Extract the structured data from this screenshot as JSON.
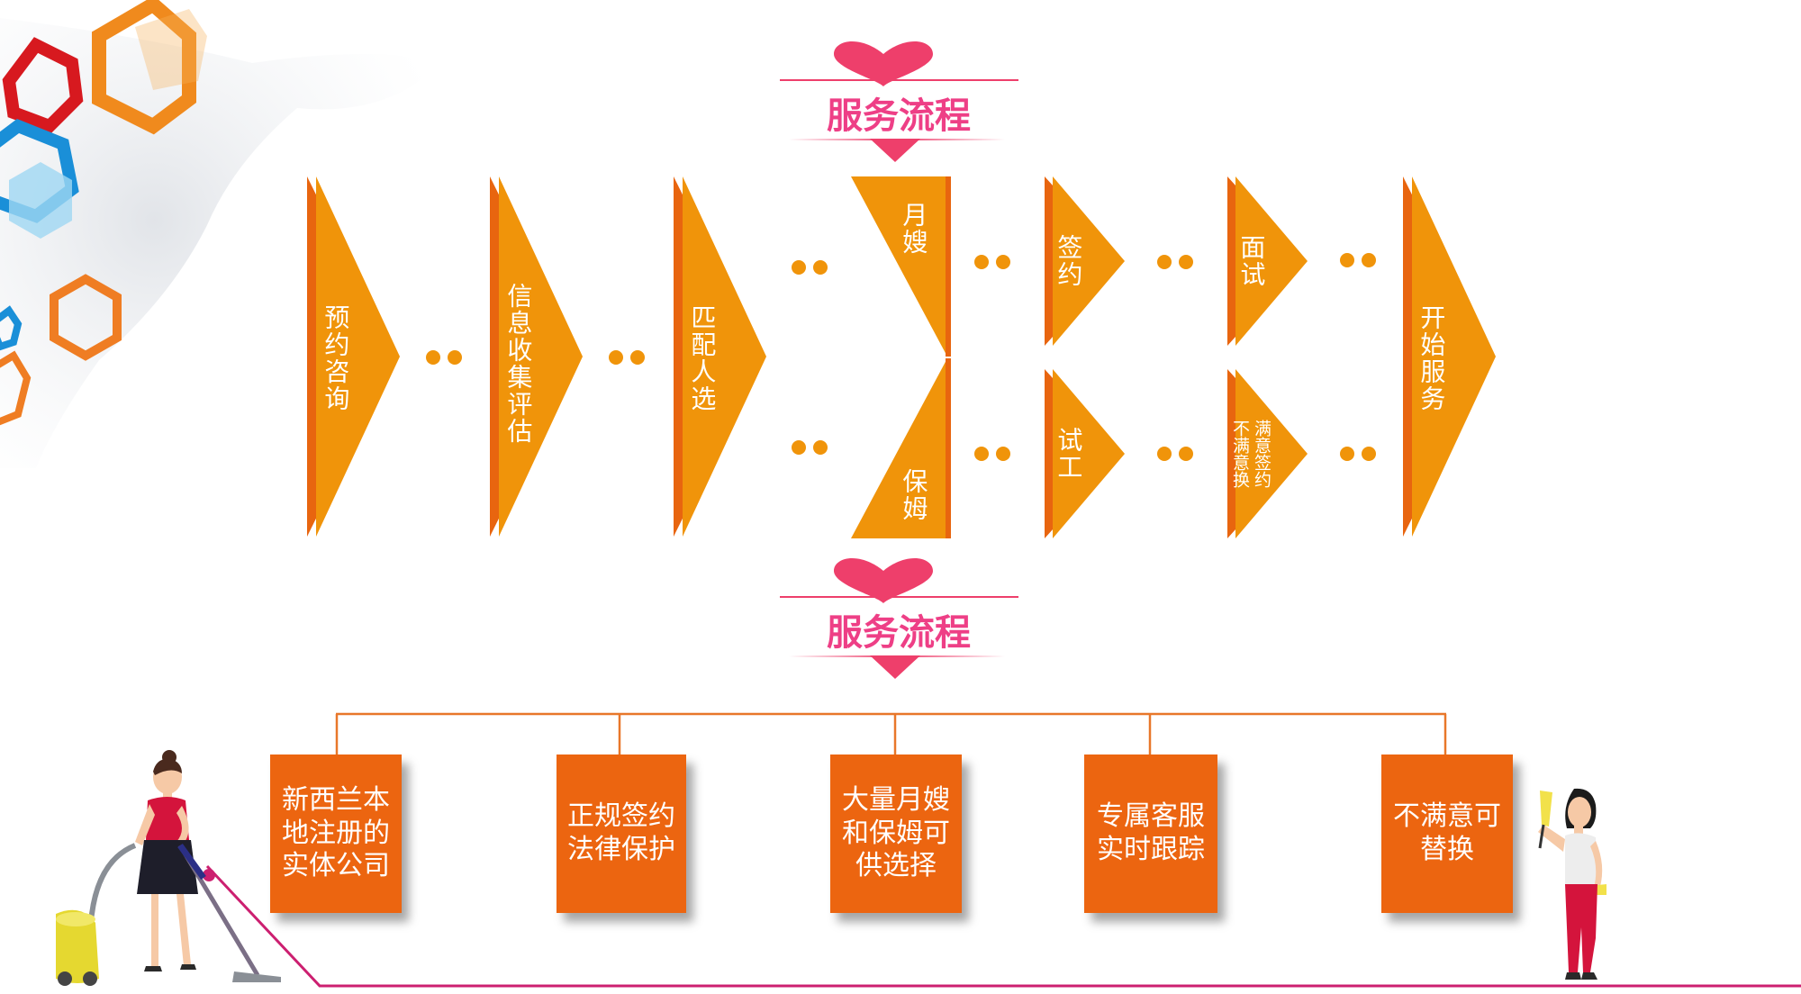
{
  "title_top": "服务流程",
  "title_bottom": "服务流程",
  "flow": {
    "steps": [
      "预约咨询",
      "信息收集评估",
      "匹配人选",
      "开始服务"
    ],
    "branch_types": [
      "月嫂",
      "保姆"
    ],
    "upper_path": [
      "签约",
      "面试"
    ],
    "lower_path": [
      "试工"
    ],
    "lower_end": {
      "left": "不满意换",
      "right": "满意签约"
    }
  },
  "features": [
    "新西兰本地注册的实体公司",
    "正规签约法律保护",
    "大量月嫂和保姆可供选择",
    "专属客服实时跟踪",
    "不满意可替换"
  ],
  "colors": {
    "arrow": "#f0940a",
    "arrow_edge": "#e8650f",
    "card": "#ec6510",
    "heart": "#ee3f6b",
    "title": "#ee3f86",
    "line": "#e8772a"
  },
  "icons": [
    "hexagon-decoration",
    "woman-vacuuming-illustration",
    "woman-dusting-illustration"
  ]
}
